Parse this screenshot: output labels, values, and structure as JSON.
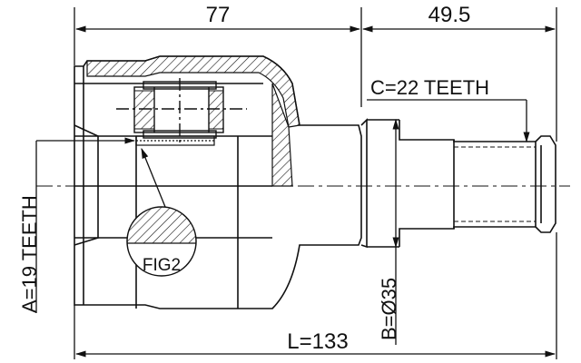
{
  "dimensions": {
    "top_left": "77",
    "top_right": "49.5",
    "spline_c": "C=22 TEETH",
    "spline_a": "A=19 TEETH",
    "diameter_b": "B=Ø35",
    "length_l": "L=133"
  },
  "callout": {
    "label": "FIG2"
  },
  "colors": {
    "line": "#111111",
    "background": "#ffffff"
  }
}
